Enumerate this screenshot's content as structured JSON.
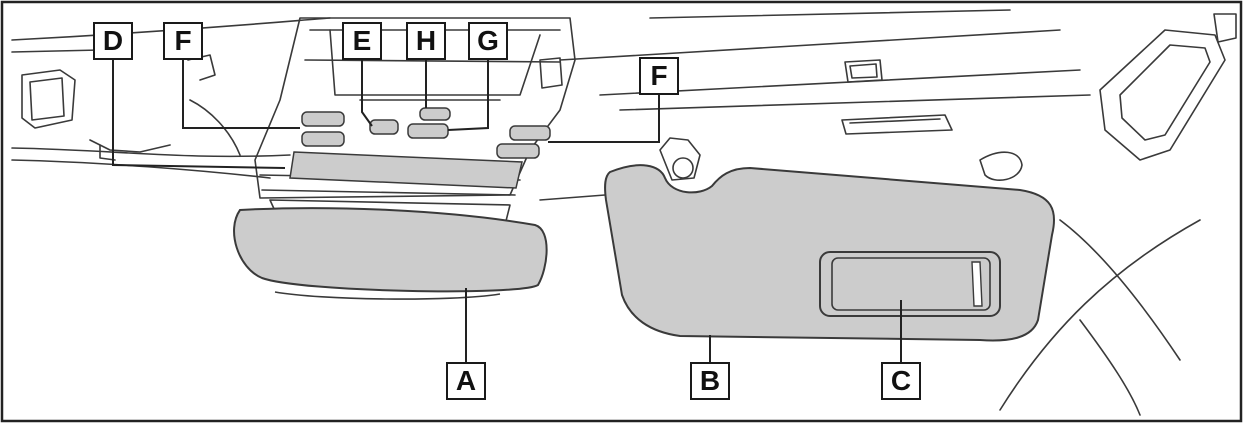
{
  "callouts": {
    "a": "A",
    "b": "B",
    "c": "C",
    "d": "D",
    "e": "E",
    "f_left": "F",
    "f_right": "F",
    "g": "G",
    "h": "H"
  },
  "colors": {
    "line": "#3a3a3a",
    "part_fill": "#cccccc",
    "frame": "#222222",
    "background": "#ffffff"
  }
}
